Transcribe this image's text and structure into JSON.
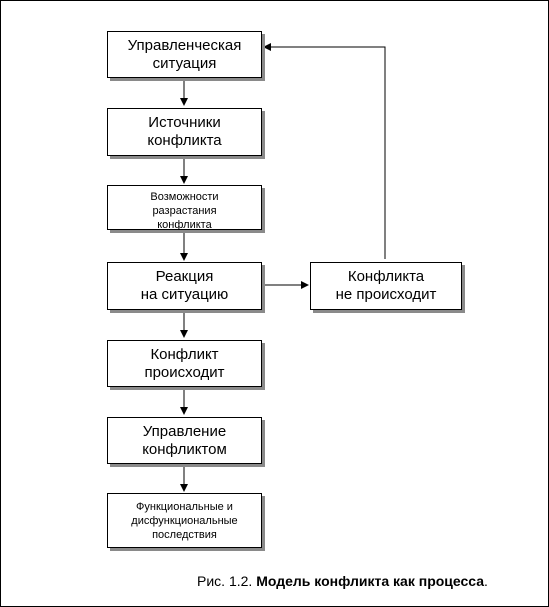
{
  "diagram": {
    "nodes": [
      {
        "id": "situation",
        "text": "Управленческая\nситуация"
      },
      {
        "id": "sources",
        "text": "Источники\nконфликта"
      },
      {
        "id": "escalation",
        "text": "Возможности\nразрастания\nконфликта"
      },
      {
        "id": "reaction",
        "text": "Реакция\nна ситуацию"
      },
      {
        "id": "occurs",
        "text": "Конфликт\nпроисходит"
      },
      {
        "id": "management",
        "text": "Управление\nконфликтом"
      },
      {
        "id": "consequences",
        "text": "Функциональные и\nдисфункциональные\nпоследствия"
      },
      {
        "id": "no_conflict",
        "text": "Конфликта\nне происходит"
      }
    ],
    "edges": [
      [
        "situation",
        "sources"
      ],
      [
        "sources",
        "escalation"
      ],
      [
        "escalation",
        "reaction"
      ],
      [
        "reaction",
        "occurs"
      ],
      [
        "occurs",
        "management"
      ],
      [
        "management",
        "consequences"
      ],
      [
        "reaction",
        "no_conflict"
      ],
      [
        "no_conflict",
        "situation"
      ]
    ]
  },
  "caption": {
    "prefix": "Рис. 1.2. ",
    "title": "Модель конфликта как процесса",
    "suffix": "."
  }
}
